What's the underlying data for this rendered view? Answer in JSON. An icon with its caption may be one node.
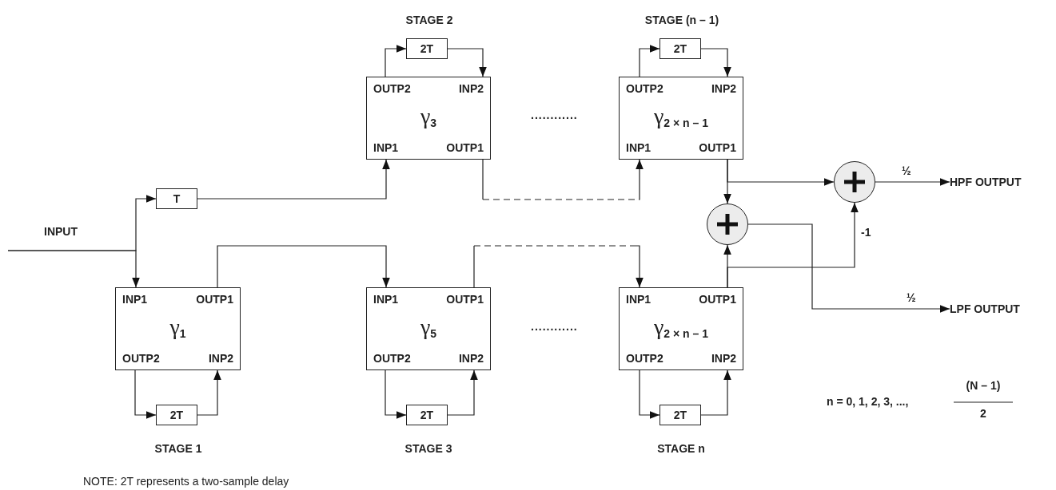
{
  "diagram": {
    "nodes": [
      {
        "text": [
          "OUTP2",
          "INP2",
          "γ$_{3}$",
          "INP1",
          "OUTP1"
        ]
      },
      {
        "text": [
          "2T"
        ]
      },
      {
        "text": [
          "OUTP2",
          "INP2",
          "γ$_{2 × n – 1}$",
          "INP1",
          "OUTP1"
        ]
      },
      {
        "text": [
          "2T"
        ]
      },
      {
        "text": [
          "T"
        ]
      },
      {
        "text": [
          "INP1",
          "OUTP1",
          "γ$_{1}$",
          "OUTP2",
          "INP2"
        ]
      },
      {
        "text": [
          "2T"
        ]
      },
      {
        "text": [
          "INP1",
          "OUTP1",
          "γ$_{5}$",
          "OUTP2",
          "INP2"
        ]
      },
      {
        "text": [
          "2T"
        ]
      },
      {
        "text": [
          "INP1",
          "OUTP1",
          "γ$_{2 × n – 1}$",
          "OUTP2",
          "INP2"
        ]
      },
      {
        "text": [
          "2T"
        ]
      },
      {
        "text": [],
        "shape": "circle"
      },
      {
        "text": [],
        "shape": "circle"
      },
      {
        "text": [
          "HPF OUTPUT"
        ]
      },
      {
        "text": [
          "LPF OUTPUT"
        ]
      }
    ],
    "edges": [
      {
        "from": null,
        "to": 5,
        "arrow": "to",
        "label": "INPUT"
      },
      {
        "from": null,
        "to": 4,
        "arrow": "to"
      },
      {
        "from": 4,
        "to": 0,
        "arrow": "to"
      },
      {
        "from": 0,
        "to": 1,
        "arrow": "to"
      },
      {
        "from": 1,
        "to": 0,
        "arrow": "to"
      },
      {
        "from": 0,
        "to": 2,
        "arrow": "to",
        "style": "dashed"
      },
      {
        "from": 2,
        "to": 3,
        "arrow": "to"
      },
      {
        "from": 3,
        "to": 2,
        "arrow": "to"
      },
      {
        "from": 5,
        "to": 7,
        "arrow": "to"
      },
      {
        "from": 5,
        "to": 6,
        "arrow": "to"
      },
      {
        "from": 6,
        "to": 5,
        "arrow": "to"
      },
      {
        "from": 7,
        "to": 9,
        "arrow": "to",
        "style": "dashed"
      },
      {
        "from": 7,
        "to": 8,
        "arrow": "to"
      },
      {
        "from": 8,
        "to": 7,
        "arrow": "to"
      },
      {
        "from": 9,
        "to": 10,
        "arrow": "to"
      },
      {
        "from": 10,
        "to": 9,
        "arrow": "to"
      },
      {
        "from": 2,
        "to": 12,
        "arrow": "to"
      },
      {
        "from": 2,
        "to": 11,
        "arrow": "to"
      },
      {
        "from": 9,
        "to": 12,
        "arrow": "to"
      },
      {
        "from": 9,
        "to": 11,
        "arrow": "to",
        "label": "-1"
      },
      {
        "from": 11,
        "to": 13,
        "arrow": "to",
        "label": "½"
      },
      {
        "from": 12,
        "to": 14,
        "arrow": "to",
        "label": "½"
      }
    ],
    "labels": [
      "STAGE 2",
      "STAGE (n – 1)",
      "............",
      "............",
      "n = 0, 1, 2, 3, ...,",
      "(N – 1)",
      "2",
      "STAGE 1",
      "STAGE 3",
      "STAGE n",
      "NOTE: 2T represents a two-sample delay"
    ]
  }
}
